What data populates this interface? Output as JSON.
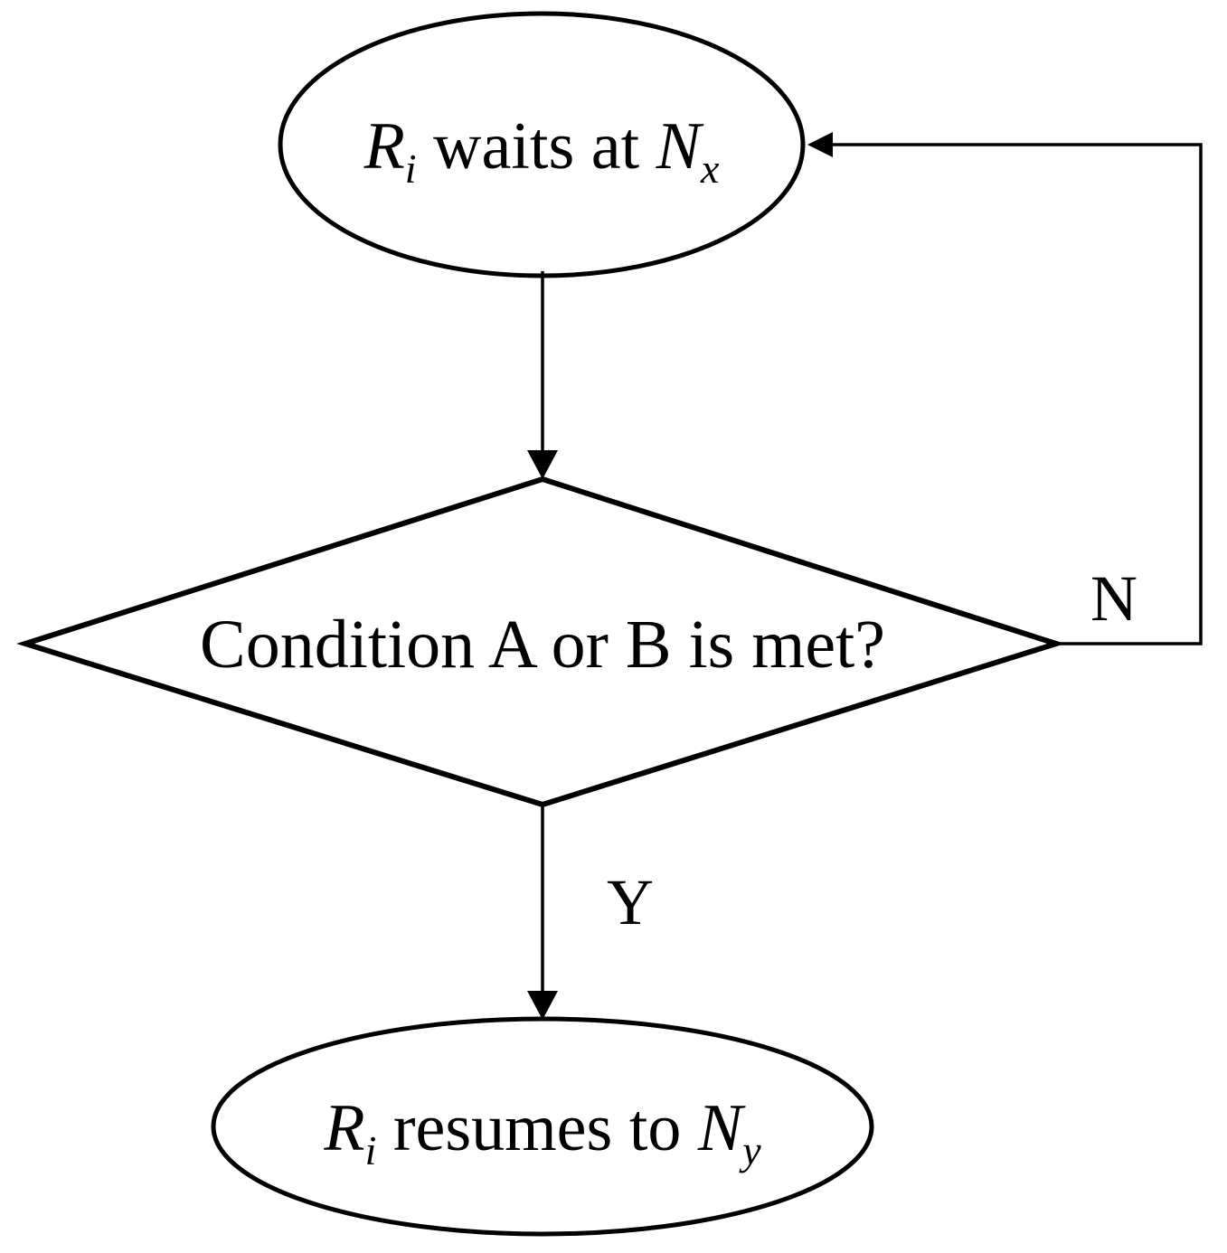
{
  "diagram": {
    "type": "flowchart",
    "title": "Robot wait-and-resume decision flowchart",
    "background_color": "#ffffff",
    "line_color": "#000000",
    "nodes": [
      {
        "id": "wait-node",
        "shape": "ellipse",
        "role": "process-start",
        "text_plain": "Ri waits at Nx",
        "parts": [
          {
            "kind": "var",
            "text": "R"
          },
          {
            "kind": "sub",
            "text": "i"
          },
          {
            "kind": "plain",
            "text": " waits at "
          },
          {
            "kind": "var",
            "text": "N"
          },
          {
            "kind": "sub",
            "text": "x"
          }
        ]
      },
      {
        "id": "condition-node",
        "shape": "diamond",
        "role": "decision",
        "text_plain": "Condition A or B is met?",
        "parts": [
          {
            "kind": "plain",
            "text": "Condition A or B is met?"
          }
        ]
      },
      {
        "id": "resume-node",
        "shape": "ellipse",
        "role": "process-end",
        "text_plain": "Ri resumes to Ny",
        "parts": [
          {
            "kind": "var",
            "text": "R"
          },
          {
            "kind": "sub",
            "text": "i"
          },
          {
            "kind": "plain",
            "text": " resumes to "
          },
          {
            "kind": "var",
            "text": "N"
          },
          {
            "kind": "sub",
            "text": "y"
          }
        ]
      }
    ],
    "edges": [
      {
        "id": "wait-to-condition",
        "from": "wait-node",
        "to": "condition-node",
        "label": "",
        "arrow": true
      },
      {
        "id": "condition-yes-to-resume",
        "from": "condition-node",
        "to": "resume-node",
        "label": "Y",
        "arrow": true
      },
      {
        "id": "condition-no-to-wait",
        "from": "condition-node",
        "to": "wait-node",
        "label": "N",
        "arrow": true
      }
    ]
  }
}
